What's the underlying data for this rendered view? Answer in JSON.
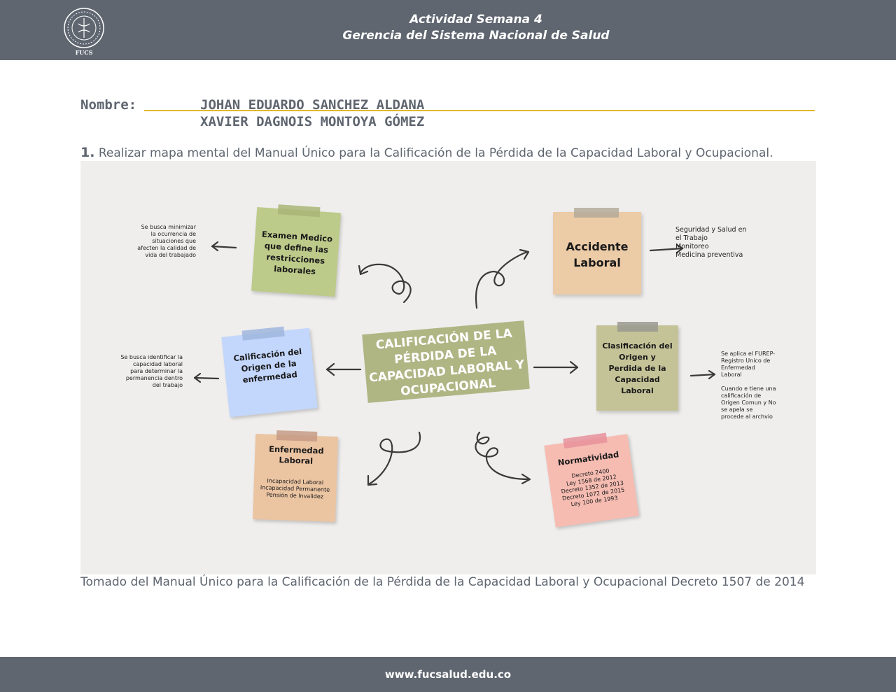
{
  "header": {
    "logo_text": "FUCS",
    "title": "Actividad Semana 4",
    "subtitle": "Gerencia del Sistema Nacional de Salud"
  },
  "form": {
    "name_label": "Nombre:",
    "names": [
      "JOHAN EDUARDO SANCHEZ ALDANA",
      "XAVIER DAGNOIS MONTOYA GÓMEZ"
    ]
  },
  "question": {
    "number": "1.",
    "text": "Realizar mapa mental del Manual Único para la Calificación de la Pérdida de la Capacidad Laboral y Ocupacional."
  },
  "mindmap": {
    "center": [
      "CALIFICACIÓN DE LA",
      "PÉRDIDA DE LA",
      "CAPACIDAD LABORAL Y",
      "OCUPACIONAL"
    ],
    "nodes": {
      "examen": {
        "title": [
          "Examen Medico",
          "que define las",
          "restricciones",
          "laborales"
        ],
        "side": [
          "Se busca minimizar",
          "la ocurrencia de",
          "situaciones que",
          "afecten la calidad de",
          "vida del trabajado"
        ]
      },
      "accidente": {
        "title": [
          "Accidente",
          "Laboral"
        ],
        "side": [
          "Seguridad y Salud en",
          "el Trabajo",
          "Monitoreo",
          "Medicina preventiva"
        ]
      },
      "calificacion": {
        "title": [
          "Calificación del",
          "Origen de la",
          "enfermedad"
        ],
        "side": [
          "Se busca identificar la",
          "capacidad laboral",
          "para determinar la",
          "permanencia dentro",
          "del trabajo"
        ]
      },
      "clasificacion": {
        "title": [
          "Clasificación del",
          "Origen y",
          "Perdida de la",
          "Capacidad",
          "Laboral"
        ],
        "side": [
          "Se aplica el FUREP-",
          "Registro Unico de",
          "Enfermedad",
          "Laboral",
          "",
          "Cuando e tiene una",
          "calificación de",
          "Origen Comun y No",
          "se apela se",
          "procede al archvio"
        ]
      },
      "enfermedad": {
        "title": [
          "Enfermedad",
          "Laboral"
        ],
        "body": [
          "Incapacidad Laboral",
          "Incapacidad Permanente",
          "Pensión de Invalidez"
        ]
      },
      "normatividad": {
        "title": [
          "Normatividad"
        ],
        "body": [
          "Decreto 2400",
          "Ley 1568 de 2012",
          "Decreto  1352 de 2013",
          "Decreto 1072 de 2015",
          "Ley 100 de 1993"
        ]
      }
    }
  },
  "caption": "Tomado del Manual Único para la Calificación de la Pérdida de la Capacidad Laboral y Ocupacional Decreto 1507 de 2014",
  "footer": {
    "url": "www.fucsalud.edu.co"
  },
  "colors": {
    "header_bg": "#5f6670",
    "accent_line": "#e2b82a",
    "note_green": "#bccb8a",
    "note_peach": "#eccba7",
    "note_blue": "#c3d6fb",
    "note_olive": "#c4c397",
    "note_tan": "#ebc4a2",
    "note_pink": "#f6bcb2",
    "center_box": "#b0b584"
  }
}
